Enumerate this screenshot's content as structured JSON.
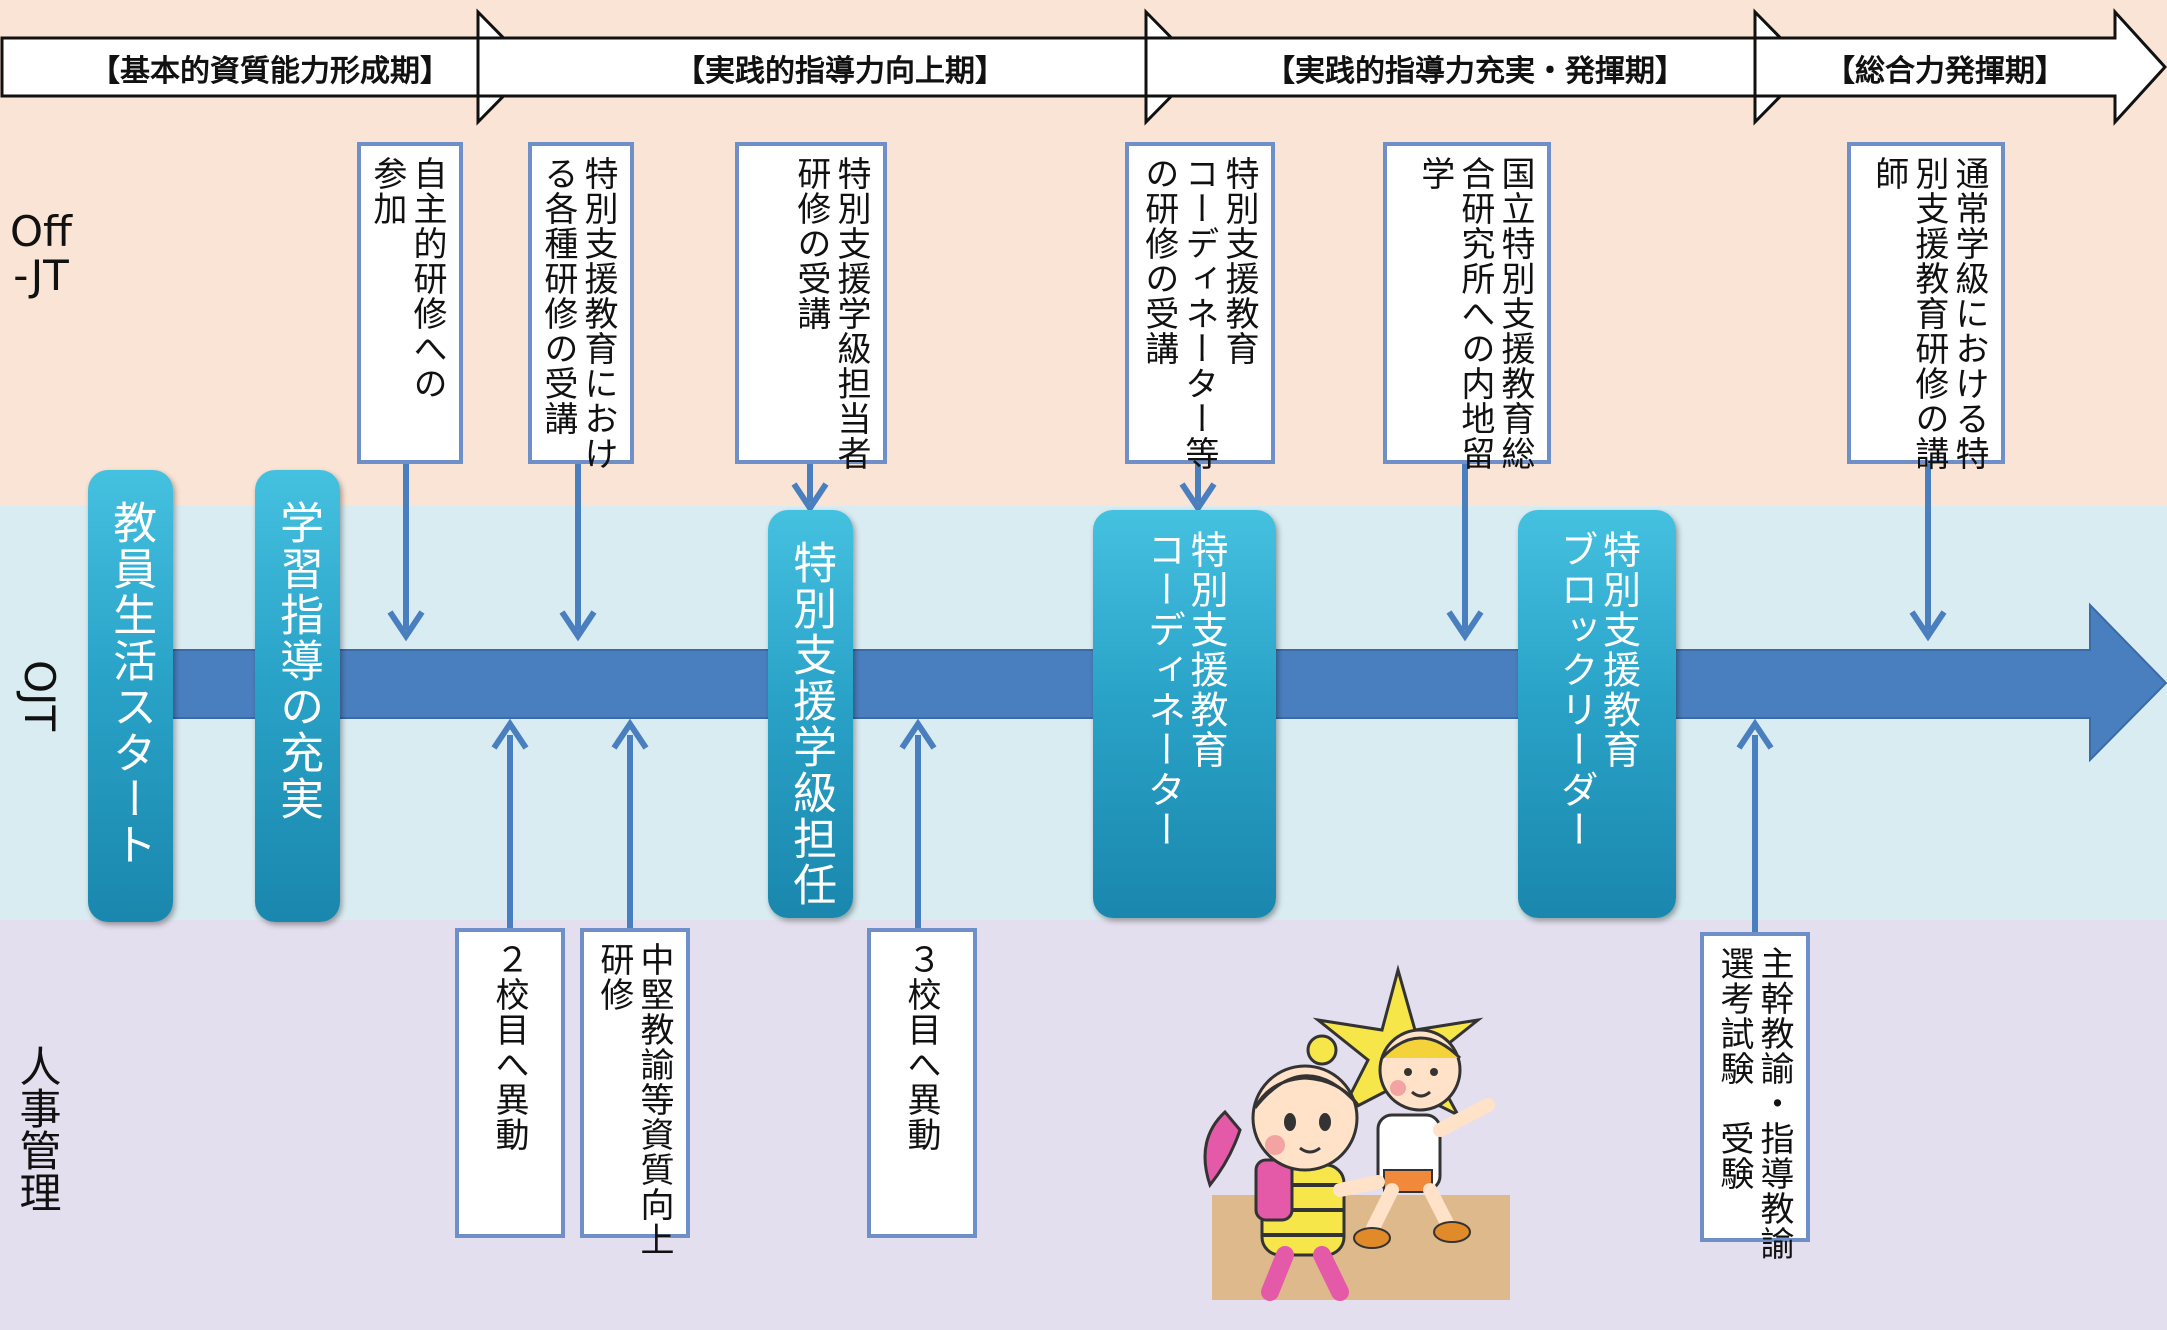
{
  "rows": {
    "off_jt": "Off\n-JT",
    "ojt": "OJT",
    "hr": "人事管理"
  },
  "phases": [
    "【基本的資質能力形成期】",
    "【実践的指導力向上期】",
    "【実践的指導力充実・発揮期】",
    "【総合力発揮期】"
  ],
  "stages": [
    "教員生活スタート",
    "学習指導の充実",
    "特別支援学級担任",
    "特別支援教育\nコーディネーター",
    "特別支援教育\nブロックリーダー"
  ],
  "training": [
    "自主的研修への\n参加",
    "特別支援教育におけ\nる各種研修の受講",
    "特別支援学級担当者\n研修の受講",
    "特別支援教育\nコーディネーター等\nの研修の受講",
    "国立特別支援教育総\n合研究所への内地留\n学",
    "通常学級における特\n別支援教育研修の講\n師"
  ],
  "personnel": [
    "２校目へ異動",
    "中堅教諭等資質向上\n研修",
    "３校目へ異動",
    "主幹教諭・指導教諭\n選考試験　受験"
  ],
  "colors": {
    "off_band": "#fae4d5",
    "ojt_band": "#d9ecf2",
    "hr_band": "#e4dfee",
    "main_arrow": "#4a7fbf",
    "box_border": "#6f8fc9",
    "pill": "#2aa3c8"
  }
}
